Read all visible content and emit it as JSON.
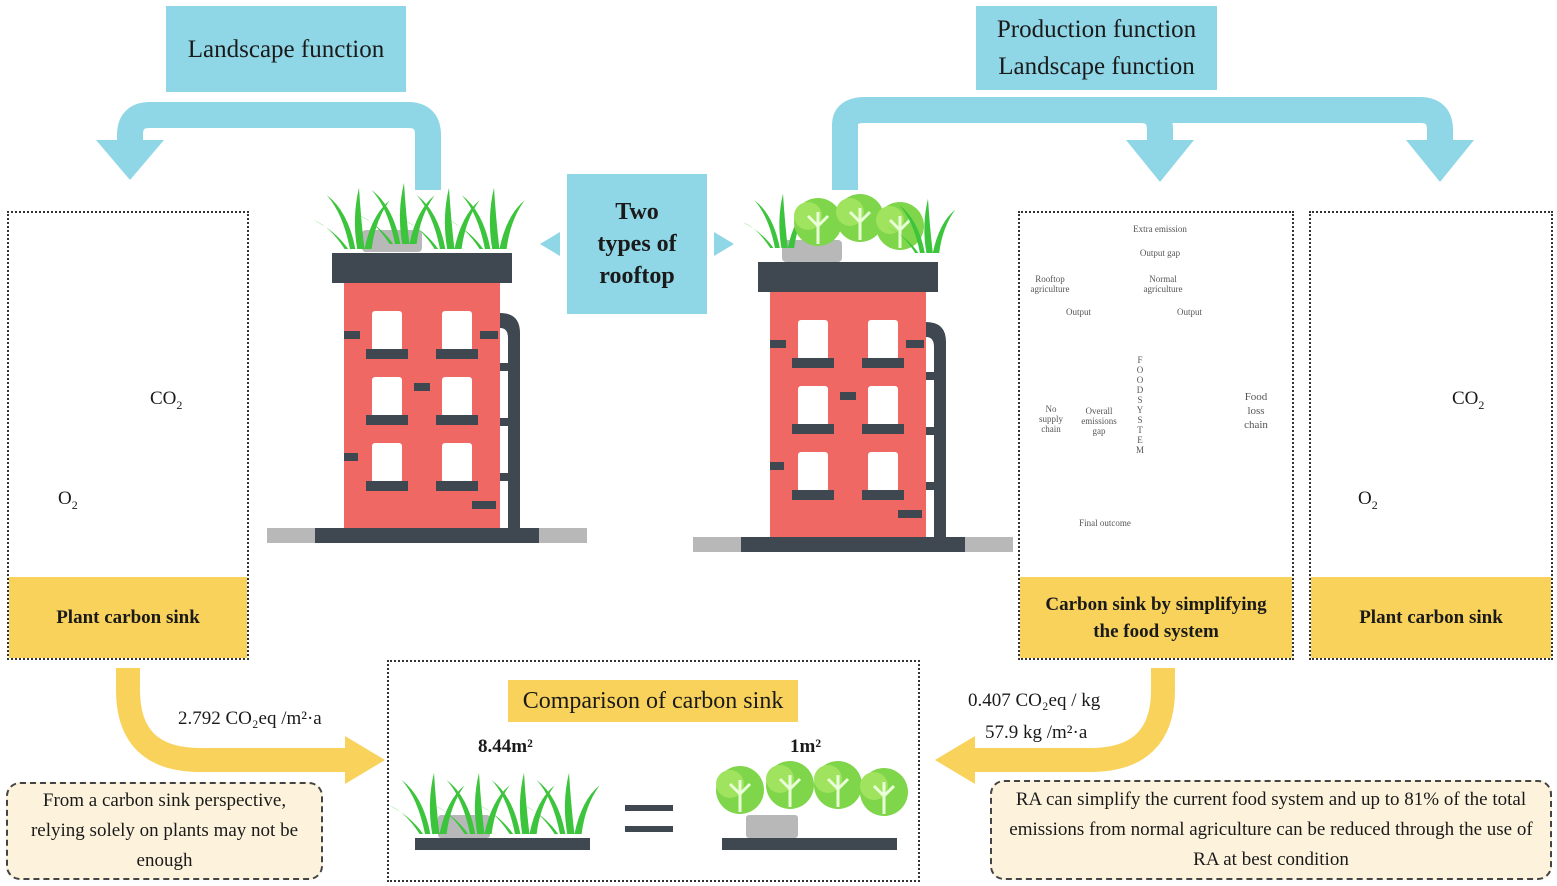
{
  "top_left_box": {
    "label": "Landscape function"
  },
  "top_right_box": {
    "line1": "Production function",
    "line2": "Landscape function"
  },
  "center_box": {
    "line1": "Two",
    "line2": "types of",
    "line3": "rooftop"
  },
  "left_panel": {
    "co2": "CO",
    "co2_sub": "2",
    "o2": "O",
    "o2_sub": "2",
    "caption": "Plant carbon sink"
  },
  "right_panel": {
    "co2": "CO",
    "co2_sub": "2",
    "o2": "O",
    "o2_sub": "2",
    "caption": "Plant carbon sink"
  },
  "food_panel": {
    "caption_line1": "Carbon sink by simplifying",
    "caption_line2": "the food system",
    "mini": {
      "extra_emission": "Extra emission",
      "output_gap": "Output gap",
      "rooftop_agriculture": "Rooftop agriculture",
      "normal_agriculture": "Normal agriculture",
      "output": "Output",
      "food_system": "FOOD SYSTEM",
      "supply_chain": "No supply chain",
      "emissions_gap": "Overall emissions gap",
      "food_loss": "Food loss chain",
      "final_outcome": "Final outcome"
    }
  },
  "comparison": {
    "title": "Comparison of carbon sink",
    "left_area": "8.44m²",
    "right_area": "1m²"
  },
  "left_flow": {
    "value": "2.792 CO₂eq /m²·a"
  },
  "right_flow": {
    "line1": "0.407 CO₂eq / kg",
    "line2": "57.9 kg /m²·a"
  },
  "left_note": "From a carbon sink perspective, relying solely on plants may not be enough",
  "right_note": "RA can simplify the current food system and up to 81% of the total emissions from normal agriculture can be reduced through the use of RA at best condition",
  "colors": {
    "cyan": "#8fd6e6",
    "yellow": "#f8d25b",
    "building": "#f06a66",
    "grass": "#3cc43c",
    "lettuce": "#7fd64a"
  }
}
